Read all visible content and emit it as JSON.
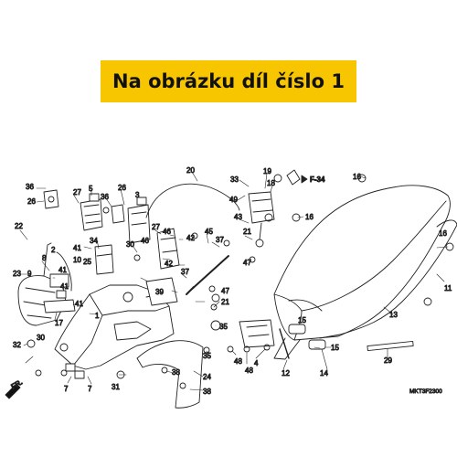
{
  "banner": {
    "text": "Na obrázku díl číslo 1",
    "color": "#f7c600"
  },
  "diagram": {
    "code": "MKT3F2300",
    "ref_label": "F-34",
    "fr_label": "FR.",
    "labels": [
      {
        "id": "l36a",
        "text": "36"
      },
      {
        "id": "l26a",
        "text": "26"
      },
      {
        "id": "l27",
        "text": "27"
      },
      {
        "id": "l5",
        "text": "5"
      },
      {
        "id": "l36b",
        "text": "36"
      },
      {
        "id": "l26b",
        "text": "26"
      },
      {
        "id": "l3",
        "text": "3"
      },
      {
        "id": "l20",
        "text": "20"
      },
      {
        "id": "l33",
        "text": "33"
      },
      {
        "id": "l19",
        "text": "19"
      },
      {
        "id": "l18",
        "text": "18"
      },
      {
        "id": "l16a",
        "text": "16"
      },
      {
        "id": "l16b",
        "text": "16"
      },
      {
        "id": "l16c",
        "text": "16"
      },
      {
        "id": "l49",
        "text": "49"
      },
      {
        "id": "l43",
        "text": "43"
      },
      {
        "id": "l22",
        "text": "22"
      },
      {
        "id": "l27b",
        "text": "27"
      },
      {
        "id": "l46a",
        "text": "46"
      },
      {
        "id": "l45",
        "text": "45"
      },
      {
        "id": "l37a",
        "text": "37"
      },
      {
        "id": "l21a",
        "text": "21"
      },
      {
        "id": "l34",
        "text": "34"
      },
      {
        "id": "l30a",
        "text": "30"
      },
      {
        "id": "l42a",
        "text": "42"
      },
      {
        "id": "l41a",
        "text": "41"
      },
      {
        "id": "l46b",
        "text": "46"
      },
      {
        "id": "l42b",
        "text": "42"
      },
      {
        "id": "l47a",
        "text": "47"
      },
      {
        "id": "l2",
        "text": "2"
      },
      {
        "id": "l10",
        "text": "10"
      },
      {
        "id": "l25",
        "text": "25"
      },
      {
        "id": "l23",
        "text": "23"
      },
      {
        "id": "l8",
        "text": "8"
      },
      {
        "id": "l41b",
        "text": "41"
      },
      {
        "id": "l9",
        "text": "9"
      },
      {
        "id": "l37b",
        "text": "37"
      },
      {
        "id": "l47b",
        "text": "47"
      },
      {
        "id": "l21b",
        "text": "21"
      },
      {
        "id": "l41c",
        "text": "41"
      },
      {
        "id": "l39",
        "text": "39"
      },
      {
        "id": "l41d",
        "text": "41"
      },
      {
        "id": "l17",
        "text": "17"
      },
      {
        "id": "l35a",
        "text": "35"
      },
      {
        "id": "l11",
        "text": "11"
      },
      {
        "id": "l13",
        "text": "13"
      },
      {
        "id": "l32",
        "text": "32"
      },
      {
        "id": "l30b",
        "text": "30"
      },
      {
        "id": "l1",
        "text": "1"
      },
      {
        "id": "l15a",
        "text": "15"
      },
      {
        "id": "l15b",
        "text": "15"
      },
      {
        "id": "l7a",
        "text": "7"
      },
      {
        "id": "l38a",
        "text": "38"
      },
      {
        "id": "l35b",
        "text": "35"
      },
      {
        "id": "l48a",
        "text": "48"
      },
      {
        "id": "l48b",
        "text": "48"
      },
      {
        "id": "l4",
        "text": "4"
      },
      {
        "id": "l12",
        "text": "12"
      },
      {
        "id": "l14",
        "text": "14"
      },
      {
        "id": "l29",
        "text": "29"
      },
      {
        "id": "l7b",
        "text": "7"
      },
      {
        "id": "l31",
        "text": "31"
      },
      {
        "id": "l24",
        "text": "24"
      },
      {
        "id": "l38b",
        "text": "38"
      }
    ]
  }
}
